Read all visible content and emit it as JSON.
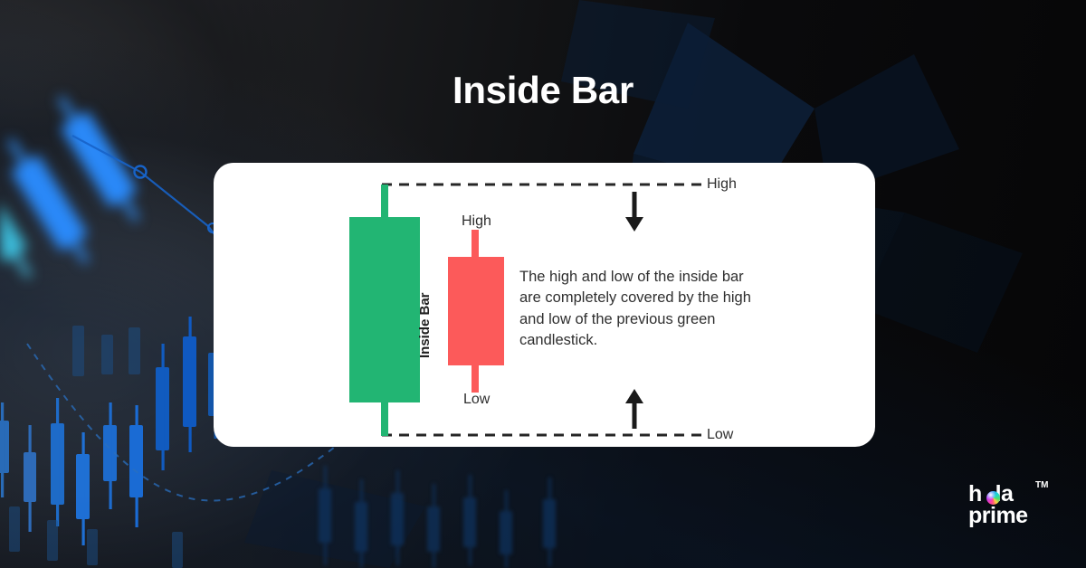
{
  "page": {
    "title": "Inside Bar",
    "background_color": "#0a0a0c"
  },
  "card": {
    "background_color": "#ffffff",
    "description": "The high and low of the inside bar are completely covered by the high and low of the previous green candlestick.",
    "inside_bar_label": "Inside Bar",
    "outer_labels": {
      "high": "High",
      "low": "Low"
    },
    "inner_labels": {
      "high": "High",
      "low": "Low"
    },
    "candles": {
      "previous": {
        "name": "previous green candlestick",
        "color": "#22B573",
        "direction": "bullish"
      },
      "inside": {
        "name": "inside red candlestick",
        "color": "#FC5A5A",
        "direction": "bearish"
      }
    },
    "arrows": {
      "top": "down-arrow",
      "bottom": "up-arrow"
    },
    "guide_lines": {
      "top": "dashed-high-line",
      "bottom": "dashed-low-line",
      "color": "#262626"
    }
  },
  "logo": {
    "line1": "hola",
    "line2": "prime",
    "trademark": "TM"
  }
}
